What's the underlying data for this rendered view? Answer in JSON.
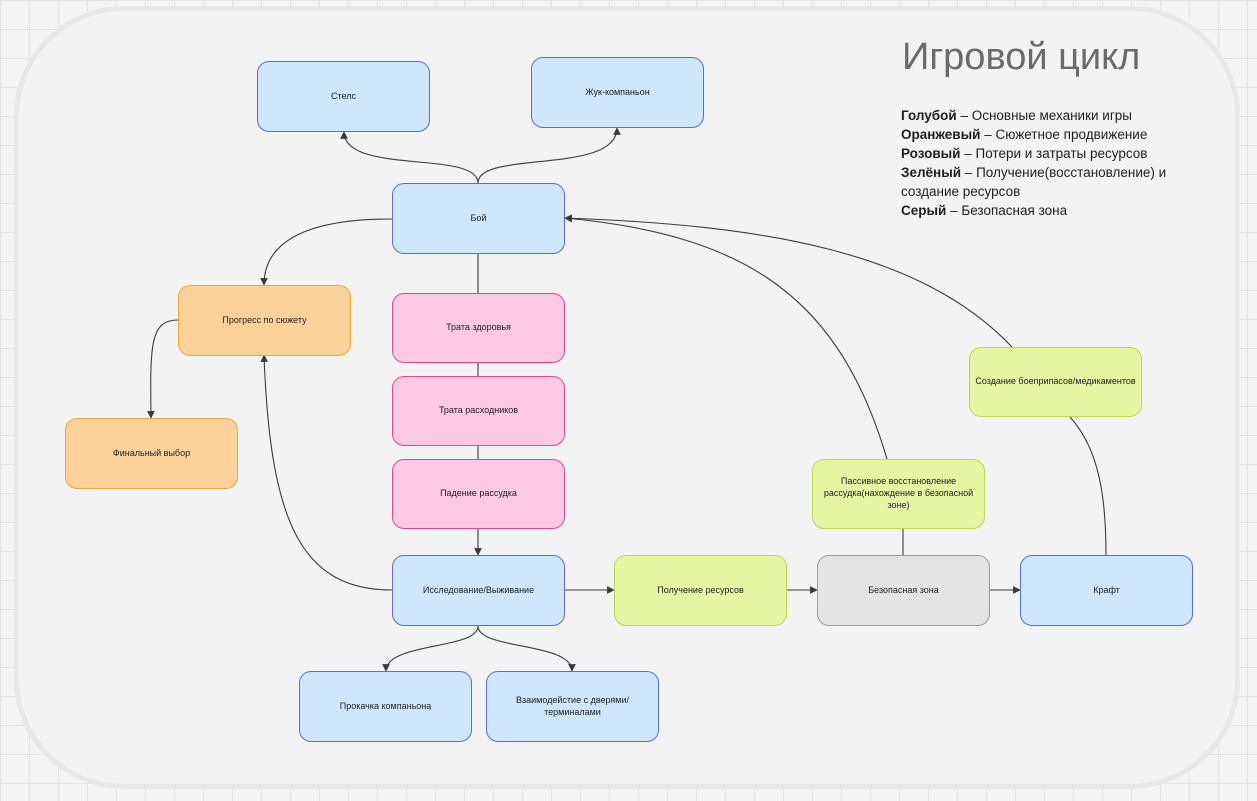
{
  "title": "Игровой цикл",
  "legend": [
    {
      "color_name": "Голубой",
      "meaning": "Основные механики игры"
    },
    {
      "color_name": "Оранжевый",
      "meaning": "Сюжетное продвижение"
    },
    {
      "color_name": "Розовый",
      "meaning": "Потери и затраты ресурсов"
    },
    {
      "color_name": "Зелёный",
      "meaning": "Получение(восстановление) и создание ресурсов"
    },
    {
      "color_name": "Серый",
      "meaning": "Безопасная зона"
    }
  ],
  "legend_separator": " – ",
  "colors": {
    "blue_fill": "#cfe6fb",
    "blue_border": "#5a6bd1",
    "orange_fill": "#fdd29a",
    "orange_border": "#f0a73c",
    "pink_fill": "#fbc9e2",
    "pink_border": "#de4a8c",
    "green_fill": "#e6f5a2",
    "green_border": "#bcd84c",
    "gray_fill": "#e4e4e4",
    "gray_border": "#9a9a9a",
    "edge": "#3a3a3a"
  },
  "nodes": {
    "stealth": {
      "label": "Стелс",
      "category": "blue"
    },
    "bug_companion": {
      "label": "Жук-компаньон",
      "category": "blue"
    },
    "combat": {
      "label": "Бой",
      "category": "blue"
    },
    "story_progress": {
      "label": "Прогресс по сюжету",
      "category": "orange"
    },
    "final_choice": {
      "label": "Финальный выбор",
      "category": "orange"
    },
    "health_spend": {
      "label": "Трата здоровья",
      "category": "pink"
    },
    "consumables_spend": {
      "label": "Трата расходников",
      "category": "pink"
    },
    "sanity_drop": {
      "label": "Падение рассудка",
      "category": "pink"
    },
    "exploration": {
      "label": "Исследование/Выживание",
      "category": "blue"
    },
    "resource_gain": {
      "label": "Получение ресурсов",
      "category": "green"
    },
    "safe_zone": {
      "label": "Безопасная зона",
      "category": "gray"
    },
    "craft": {
      "label": "Крафт",
      "category": "blue"
    },
    "passive_recovery": {
      "label": "Пассивное восстановление рассудка(нахождение в безопасной зоне)",
      "category": "green"
    },
    "ammo_creation": {
      "label": "Создание боеприпасов/медикаментов",
      "category": "green"
    },
    "companion_upgrade": {
      "label": "Прокачка компаньона",
      "category": "blue"
    },
    "doors_terminals": {
      "label": "Взаимодейстие с дверями/терминалами",
      "category": "blue"
    }
  },
  "edges": [
    {
      "from": "combat",
      "to": "stealth",
      "arrow": true
    },
    {
      "from": "combat",
      "to": "bug_companion",
      "arrow": true
    },
    {
      "from": "combat",
      "to": "story_progress",
      "arrow": true
    },
    {
      "from": "story_progress",
      "to": "final_choice",
      "arrow": true
    },
    {
      "from": "combat",
      "to": "health_spend",
      "arrow": false
    },
    {
      "from": "health_spend",
      "to": "consumables_spend",
      "arrow": false
    },
    {
      "from": "consumables_spend",
      "to": "sanity_drop",
      "arrow": false
    },
    {
      "from": "sanity_drop",
      "to": "exploration",
      "arrow": true
    },
    {
      "from": "exploration",
      "to": "story_progress",
      "arrow": true
    },
    {
      "from": "exploration",
      "to": "resource_gain",
      "arrow": true
    },
    {
      "from": "resource_gain",
      "to": "safe_zone",
      "arrow": true
    },
    {
      "from": "safe_zone",
      "to": "craft",
      "arrow": true
    },
    {
      "from": "safe_zone",
      "to": "passive_recovery",
      "arrow": false
    },
    {
      "from": "passive_recovery",
      "to": "combat",
      "arrow": true
    },
    {
      "from": "craft",
      "to": "ammo_creation",
      "arrow": false
    },
    {
      "from": "ammo_creation",
      "to": "combat",
      "arrow": true
    },
    {
      "from": "exploration",
      "to": "companion_upgrade",
      "arrow": true
    },
    {
      "from": "exploration",
      "to": "doors_terminals",
      "arrow": true
    }
  ]
}
